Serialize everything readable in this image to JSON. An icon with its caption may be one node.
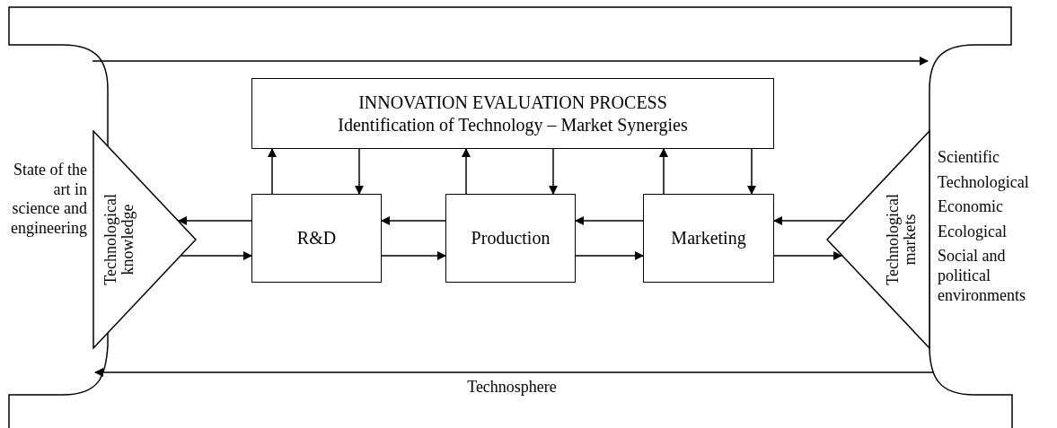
{
  "diagram": {
    "nodes": [
      {
        "text": [
          "Technosphere"
        ]
      },
      {
        "text": [
          "Technological knowledge"
        ],
        "beside": [
          "State of the art in science and engineering"
        ],
        "in": 0
      },
      {
        "text": [
          "INNOVATION EVALUATION PROCESS",
          "Identification of Technology – Market Synergies"
        ],
        "in": 0
      },
      {
        "text": [
          "R&D"
        ],
        "in": 0
      },
      {
        "text": [
          "Production"
        ],
        "in": 0
      },
      {
        "text": [
          "Marketing"
        ],
        "in": 0
      },
      {
        "text": [
          "Technological markets"
        ],
        "in": 0,
        "beside": [
          "Scientific",
          "Technological",
          "Economic",
          "Ecological",
          "Social and political environments"
        ]
      }
    ],
    "edges": [
      {
        "from": 3,
        "to": 1,
        "arrow": "to"
      },
      {
        "from": 1,
        "to": 3,
        "arrow": "to"
      },
      {
        "from": 3,
        "to": 2,
        "arrow": "to"
      },
      {
        "from": 2,
        "to": 3,
        "arrow": "to"
      },
      {
        "from": 4,
        "to": 3,
        "arrow": "to"
      },
      {
        "from": 3,
        "to": 4,
        "arrow": "to"
      },
      {
        "from": 4,
        "to": 2,
        "arrow": "to"
      },
      {
        "from": 2,
        "to": 4,
        "arrow": "to"
      },
      {
        "from": 5,
        "to": 4,
        "arrow": "to"
      },
      {
        "from": 4,
        "to": 5,
        "arrow": "to"
      },
      {
        "from": 5,
        "to": 2,
        "arrow": "to"
      },
      {
        "from": 2,
        "to": 5,
        "arrow": "to"
      },
      {
        "from": 6,
        "to": 5,
        "arrow": "to"
      },
      {
        "from": 5,
        "to": 6,
        "arrow": "to"
      }
    ]
  }
}
